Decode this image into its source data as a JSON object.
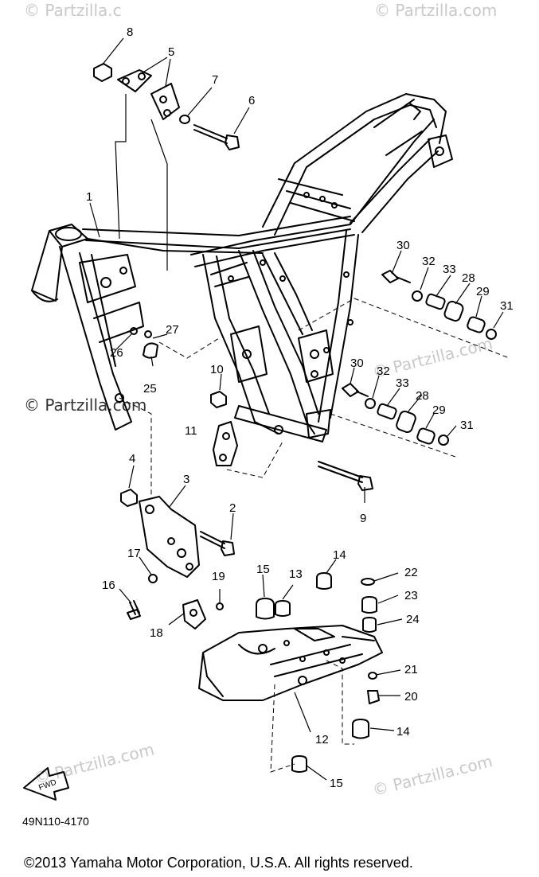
{
  "diagram": {
    "code": "49N110-4170",
    "copyright": "©2013 Yamaha Motor Corporation, U.S.A. All rights reserved.",
    "fwd_label": "FWD",
    "watermark": "© Partzilla.com",
    "watermark_dark": "© Partzilla.com",
    "watermark_top_left": "© Partzilla.c",
    "watermark_top_right": "© Partzilla.com",
    "callouts": [
      {
        "id": "c8",
        "text": "8"
      },
      {
        "id": "c5",
        "text": "5"
      },
      {
        "id": "c7",
        "text": "7"
      },
      {
        "id": "c6",
        "text": "6"
      },
      {
        "id": "c1",
        "text": "1"
      },
      {
        "id": "c30a",
        "text": "30"
      },
      {
        "id": "c32a",
        "text": "32"
      },
      {
        "id": "c33a",
        "text": "33"
      },
      {
        "id": "c28a",
        "text": "28"
      },
      {
        "id": "c29a",
        "text": "29"
      },
      {
        "id": "c31a",
        "text": "31"
      },
      {
        "id": "c26",
        "text": "26"
      },
      {
        "id": "c27",
        "text": "27"
      },
      {
        "id": "c25",
        "text": "25"
      },
      {
        "id": "c10",
        "text": "10"
      },
      {
        "id": "c30b",
        "text": "30"
      },
      {
        "id": "c32b",
        "text": "32"
      },
      {
        "id": "c33b",
        "text": "33"
      },
      {
        "id": "c28b",
        "text": "28"
      },
      {
        "id": "c29b",
        "text": "29"
      },
      {
        "id": "c31b",
        "text": "31"
      },
      {
        "id": "c11",
        "text": "11"
      },
      {
        "id": "c4",
        "text": "4"
      },
      {
        "id": "c3",
        "text": "3"
      },
      {
        "id": "c2",
        "text": "2"
      },
      {
        "id": "c9",
        "text": "9"
      },
      {
        "id": "c17",
        "text": "17"
      },
      {
        "id": "c14a",
        "text": "14"
      },
      {
        "id": "c15a",
        "text": "15"
      },
      {
        "id": "c13",
        "text": "13"
      },
      {
        "id": "c22",
        "text": "22"
      },
      {
        "id": "c16",
        "text": "16"
      },
      {
        "id": "c19",
        "text": "19"
      },
      {
        "id": "c23",
        "text": "23"
      },
      {
        "id": "c18",
        "text": "18"
      },
      {
        "id": "c24",
        "text": "24"
      },
      {
        "id": "c21",
        "text": "21"
      },
      {
        "id": "c20",
        "text": "20"
      },
      {
        "id": "c12",
        "text": "12"
      },
      {
        "id": "c14b",
        "text": "14"
      },
      {
        "id": "c15b",
        "text": "15"
      }
    ]
  }
}
